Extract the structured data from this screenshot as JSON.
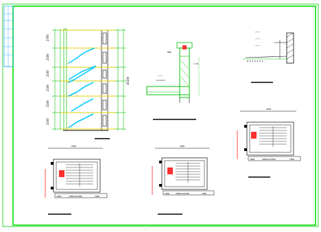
{
  "drawing": {
    "section": {
      "height_labels": [
        "2700",
        "2100",
        "2100",
        "2100",
        "2100",
        "2100"
      ],
      "total_label": "16100"
    },
    "detail": {
      "note": "1:20"
    },
    "plans": [
      {
        "labels": [
          "1800",
          "3000x8=2400",
          "3000"
        ]
      },
      {
        "labels": [
          "1800",
          "3000x8=2400",
          "3000"
        ]
      },
      {
        "labels": [
          "1800",
          "3000x8=2400",
          "3000"
        ]
      }
    ],
    "plan_widths": [
      "6600",
      "6600",
      "6600"
    ]
  }
}
